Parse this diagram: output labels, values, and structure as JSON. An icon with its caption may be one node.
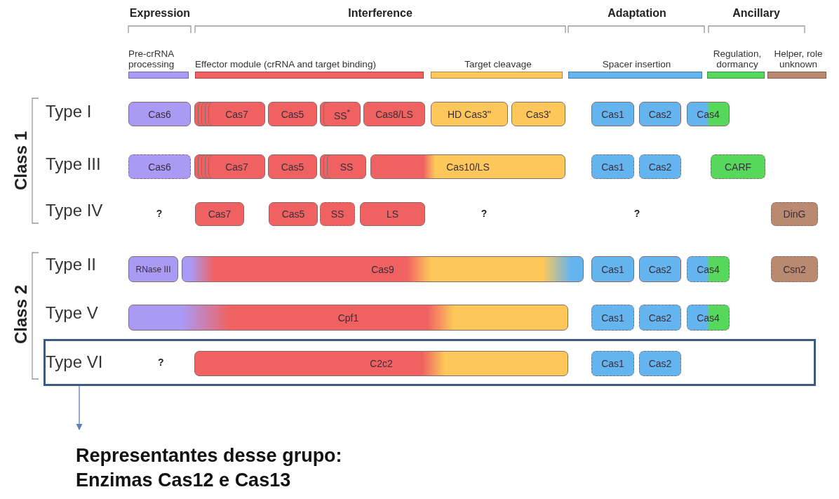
{
  "diagram": {
    "nodes": [
      {
        "text": [
          "Cas6"
        ]
      },
      {
        "text": [
          "Cas7"
        ]
      },
      {
        "text": [
          "Cas5"
        ]
      },
      {
        "text": [
          "SS$^{*}$"
        ]
      },
      {
        "text": [
          "Cas8/LS"
        ]
      },
      {
        "text": [
          "HD Cas3''"
        ]
      },
      {
        "text": [
          "Cas3'"
        ]
      },
      {
        "text": [
          "Cas1"
        ]
      },
      {
        "text": [
          "Cas2"
        ]
      },
      {
        "text": [
          "Cas4"
        ]
      },
      {
        "text": [
          "Cas6"
        ]
      },
      {
        "text": [
          "Cas7"
        ]
      },
      {
        "text": [
          "Cas5"
        ]
      },
      {
        "text": [
          "SS"
        ]
      },
      {
        "text": [
          "Cas10/LS"
        ]
      },
      {
        "text": [
          "Cas1"
        ]
      },
      {
        "text": [
          "Cas2"
        ]
      },
      {
        "text": [
          "CARF"
        ]
      },
      {
        "text": [
          "Cas7"
        ]
      },
      {
        "text": [
          "Cas5"
        ]
      },
      {
        "text": [
          "SS"
        ]
      },
      {
        "text": [
          "LS"
        ]
      },
      {
        "text": [
          "DinG"
        ]
      },
      {
        "text": [
          "RNase III"
        ]
      },
      {
        "text": [
          "Cas9"
        ]
      },
      {
        "text": [
          "Cas1"
        ]
      },
      {
        "text": [
          "Cas2"
        ]
      },
      {
        "text": [
          "Cas4"
        ]
      },
      {
        "text": [
          "Csn2"
        ]
      },
      {
        "text": [
          "Cpf1"
        ]
      },
      {
        "text": [
          "Cas1"
        ]
      },
      {
        "text": [
          "Cas2"
        ]
      },
      {
        "text": [
          "Cas4"
        ]
      },
      {
        "text": [
          "Type VI",
          "?"
        ]
      },
      {
        "text": [
          "C2c2"
        ],
        "in": 33
      },
      {
        "text": [
          "Cas1"
        ],
        "in": 33
      },
      {
        "text": [
          "Cas2"
        ],
        "in": 33
      },
      {
        "text": [
          "Representantes desse grupo: Enzimas Cas12 e Cas13"
        ]
      }
    ],
    "edges": [
      {
        "from": 33,
        "to": 37,
        "arrow": "to"
      }
    ],
    "labels": [
      "Expression",
      "Interference",
      "Adaptation",
      "Ancillary",
      "Class 1",
      "Type I",
      "Type III",
      "Type IV",
      "?",
      "?",
      "?",
      "Class 2",
      "Type II",
      "Type V"
    ],
    "legend": [
      {
        "text": "Pre-crRNA processing",
        "color": "#a99af5"
      },
      {
        "text": "Effector module (crRNA and target binding)",
        "color": "#f06262"
      },
      {
        "text": "Target cleavage",
        "color": "#fdc75a"
      },
      {
        "text": "Spacer insertion",
        "color": "#64b5ef"
      },
      {
        "text": "Regulation, dormancy",
        "color": "#56d85c"
      },
      {
        "text": "Helper, role unknown",
        "color": "#b98a70"
      }
    ]
  }
}
